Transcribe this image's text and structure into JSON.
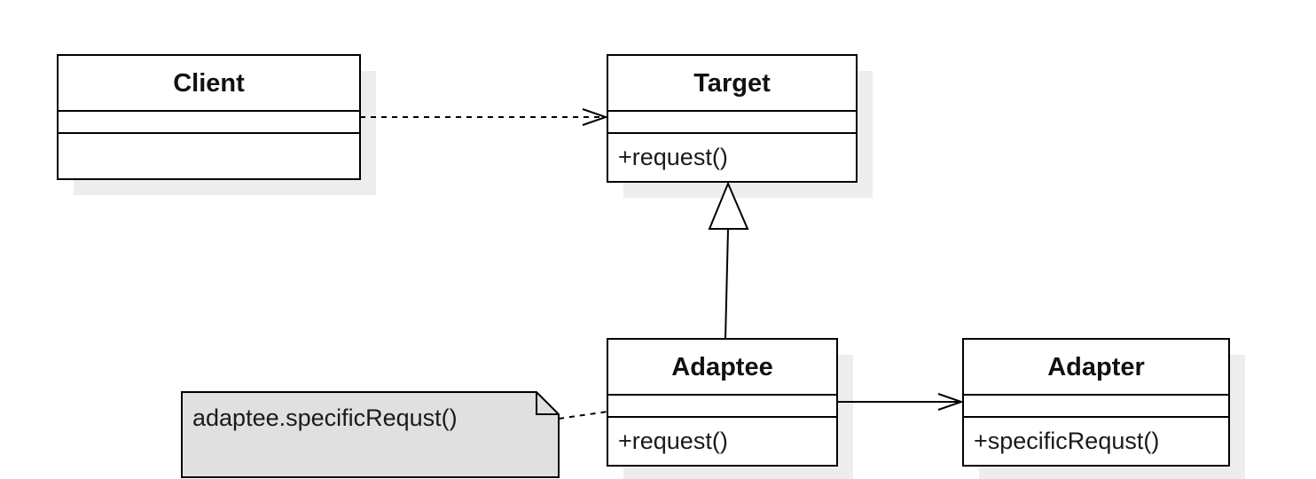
{
  "classes": {
    "client": {
      "name": "Client",
      "attributes": [],
      "operations": []
    },
    "target": {
      "name": "Target",
      "attributes": [],
      "operations": [
        "+request()"
      ]
    },
    "adaptee": {
      "name": "Adaptee",
      "attributes": [],
      "operations": [
        "+request()"
      ]
    },
    "adapter": {
      "name": "Adapter",
      "attributes": [],
      "operations": [
        "+specificRequst()"
      ]
    }
  },
  "note": {
    "text": "adaptee.specificRequst()"
  },
  "relationships": [
    {
      "from": "Client",
      "to": "Target",
      "kind": "dependency"
    },
    {
      "from": "Adaptee",
      "to": "Target",
      "kind": "generalization"
    },
    {
      "from": "Adaptee",
      "to": "Adapter",
      "kind": "association"
    },
    {
      "from": "note",
      "to": "Adaptee",
      "kind": "note-anchor"
    }
  ],
  "colors": {
    "stroke": "#000000",
    "box_fill": "#ffffff",
    "shadow": "#ededed",
    "note_fill": "#e0e0e0"
  }
}
